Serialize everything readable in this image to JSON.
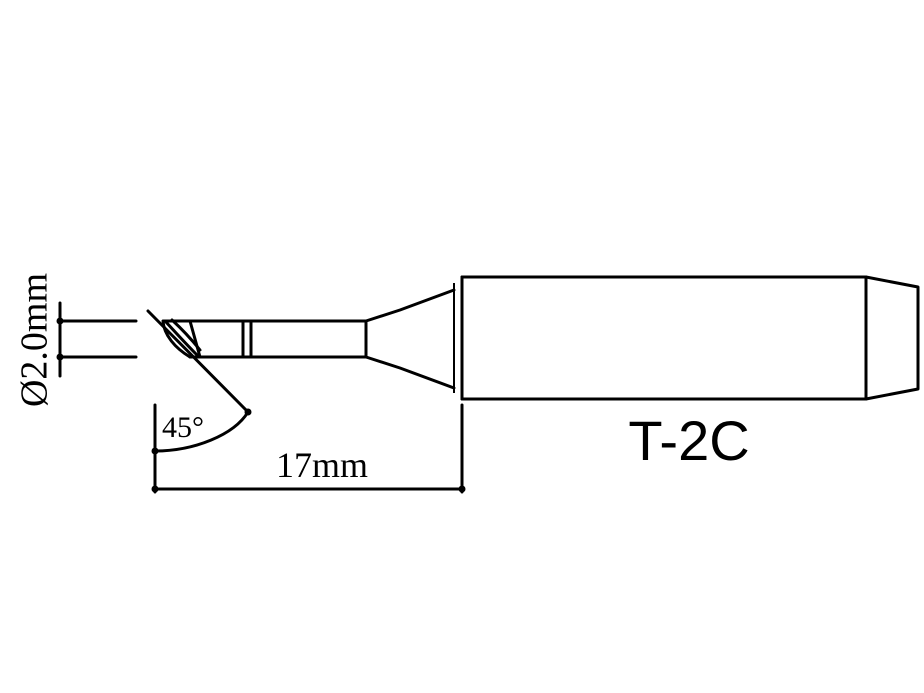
{
  "diagram": {
    "model_label": "T-2C",
    "diameter_label": "Ø2.0mm",
    "angle_label": "45°",
    "length_label": "17mm"
  },
  "colors": {
    "line": "#000000",
    "background": "#ffffff"
  }
}
